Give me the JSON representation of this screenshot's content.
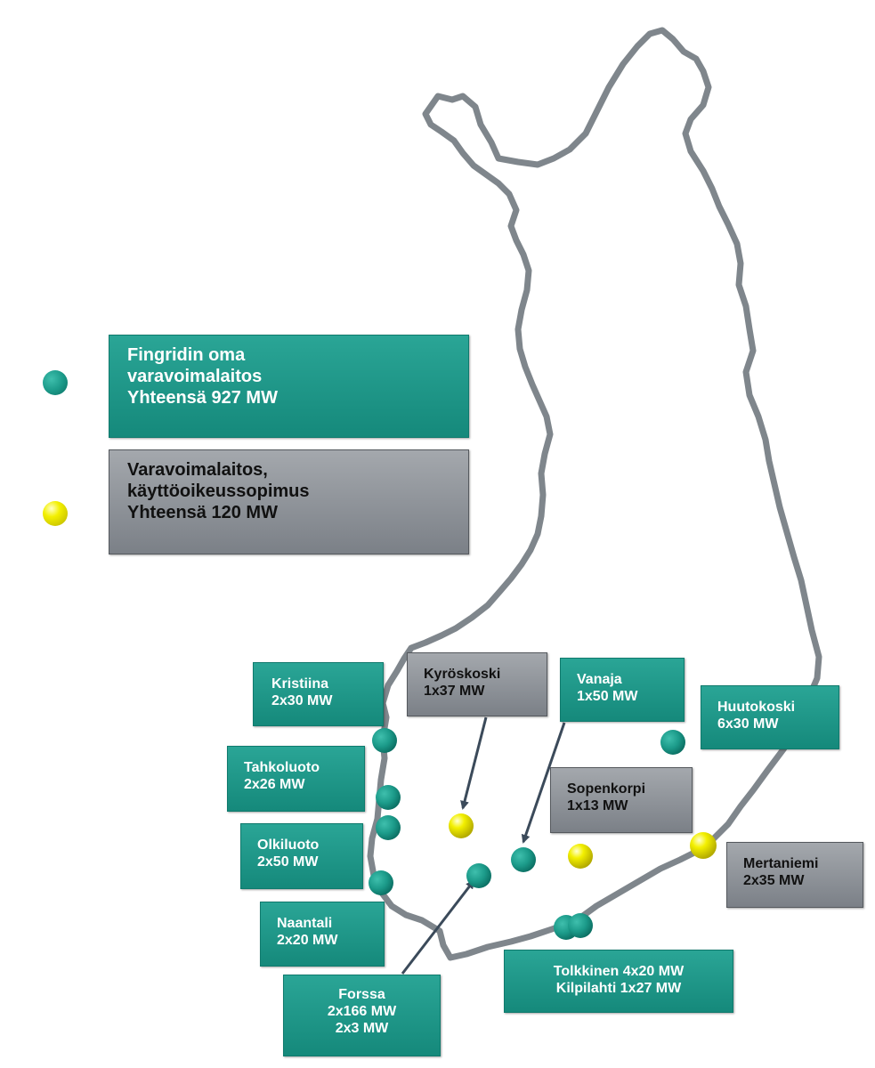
{
  "colors": {
    "outline": "#7f868c",
    "own": "#1c9b8a",
    "contract": "#f0ed00",
    "arrow": "#3b4a5a"
  },
  "legend": {
    "own": {
      "icon": "teal-dot-icon",
      "lines": [
        "Fingridin oma",
        "varavoimalaitos",
        "Yhteensä 927 MW"
      ]
    },
    "contract": {
      "icon": "yellow-dot-icon",
      "lines": [
        "Varavoimalaitos,",
        "käyttöoikeussopimus",
        "Yhteensä 120 MW"
      ]
    }
  },
  "plants": {
    "kristiina": {
      "type": "own",
      "lines": [
        "Kristiina",
        "2x30 MW"
      ]
    },
    "tahkoluoto": {
      "type": "own",
      "lines": [
        "Tahkoluoto",
        "2x26 MW"
      ]
    },
    "olkiluoto": {
      "type": "own",
      "lines": [
        "Olkiluoto",
        "2x50 MW"
      ]
    },
    "naantali": {
      "type": "own",
      "lines": [
        "Naantali",
        "2x20 MW"
      ]
    },
    "forssa": {
      "type": "own",
      "lines": [
        "Forssa",
        "2x166 MW",
        "2x3 MW"
      ]
    },
    "kyroskoski": {
      "type": "contract",
      "lines": [
        "Kyröskoski",
        "1x37 MW"
      ]
    },
    "vanaja": {
      "type": "own",
      "lines": [
        "Vanaja",
        "1x50 MW"
      ]
    },
    "huutokoski": {
      "type": "own",
      "lines": [
        "Huutokoski",
        "6x30 MW"
      ]
    },
    "sopenkorpi": {
      "type": "contract",
      "lines": [
        "Sopenkorpi",
        "1x13 MW"
      ]
    },
    "mertaniemi": {
      "type": "contract",
      "lines": [
        "Mertaniemi",
        "2x35 MW"
      ]
    },
    "tolkkinen_kilpilahti": {
      "type": "own",
      "lines": [
        "Tolkkinen 4x20 MW",
        "Kilpilahti 1x27 MW"
      ]
    }
  }
}
